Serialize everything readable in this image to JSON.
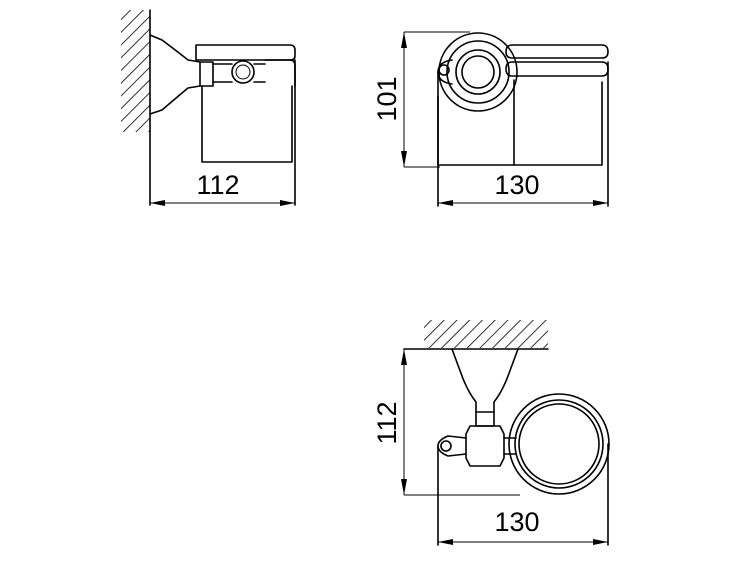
{
  "front_view": {
    "width_dim": "112"
  },
  "side_view": {
    "width_dim": "130",
    "height_dim": "101"
  },
  "top_view": {
    "width_dim": "130",
    "height_dim": "112"
  }
}
